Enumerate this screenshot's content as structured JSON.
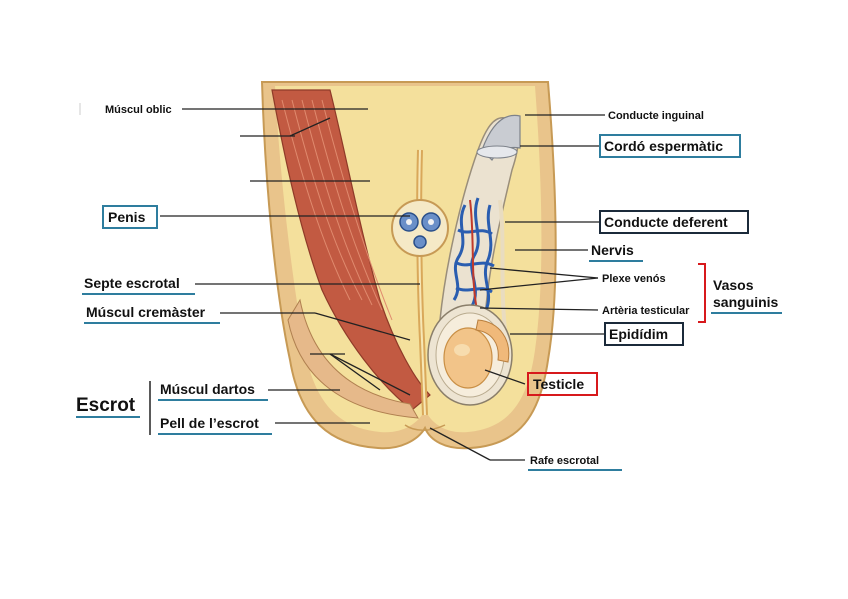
{
  "labels": {
    "muscul_oblic": "Múscul oblic",
    "penis": "Penis",
    "septe_escrotal": "Septe escrotal",
    "muscul_cremaster": "Múscul cremàster",
    "escrot": "Escrot",
    "muscul_dartos": "Múscul dartos",
    "pell_escrot": "Pell de l’escrot",
    "conducte_inguinal": "Conducte inguinal",
    "cordo_espermatic": "Cordó espermàtic",
    "conducte_deferent": "Conducte deferent",
    "nervis": "Nervis",
    "plexe_venos": "Plexe venós",
    "arteria_testicular": "Artèria testicular",
    "vasos_sanguinis_line1": "Vasos",
    "vasos_sanguinis_line2": "sanguinis",
    "epididim": "Epidídim",
    "testicle": "Testicle",
    "rafe_escrotal": "Rafe escrotal"
  },
  "colors": {
    "box_blue": "#2e7d9e",
    "box_dark": "#1b2a3a",
    "box_red": "#d7191c",
    "bracket_red": "#d7191c",
    "underline_blue": "#2e7d9e",
    "fat_yellow": "#f3df9a",
    "skin_tan": "#e8c48a",
    "muscle_red": "#c0563f",
    "vein_blue": "#2a5db0"
  }
}
